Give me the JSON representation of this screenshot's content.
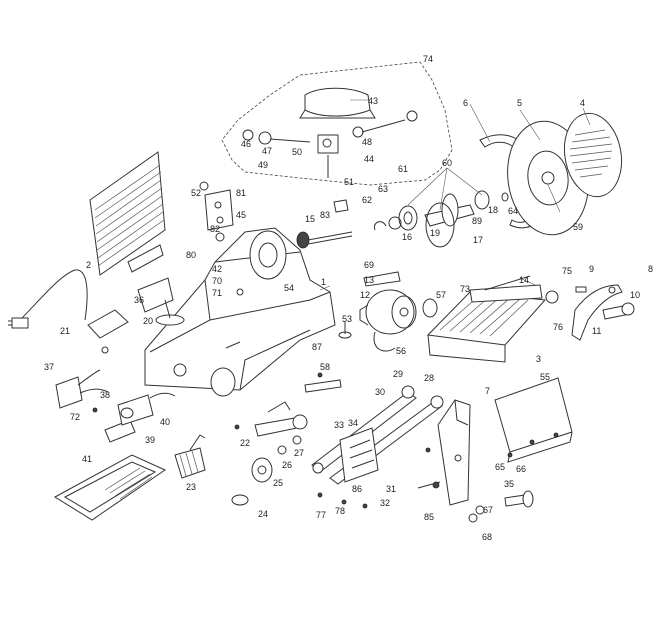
{
  "diagram": {
    "labels": [
      "74",
      "43",
      "46",
      "47",
      "48",
      "49",
      "50",
      "44",
      "51",
      "61",
      "6",
      "5",
      "4",
      "60",
      "63",
      "62",
      "16",
      "19",
      "17",
      "18",
      "89",
      "64",
      "59",
      "52",
      "81",
      "45",
      "82",
      "83",
      "15",
      "2",
      "80",
      "42",
      "70",
      "71",
      "1",
      "54",
      "69",
      "13",
      "12",
      "57",
      "73",
      "14",
      "75",
      "9",
      "8",
      "10",
      "11",
      "3",
      "76",
      "21",
      "36",
      "20",
      "87",
      "53",
      "56",
      "37",
      "38",
      "72",
      "39",
      "40",
      "41",
      "58",
      "30",
      "29",
      "28",
      "7",
      "55",
      "22",
      "25",
      "26",
      "27",
      "77",
      "24",
      "23",
      "33",
      "34",
      "31",
      "32",
      "86",
      "65",
      "66",
      "35",
      "67",
      "68",
      "85",
      "78"
    ]
  }
}
